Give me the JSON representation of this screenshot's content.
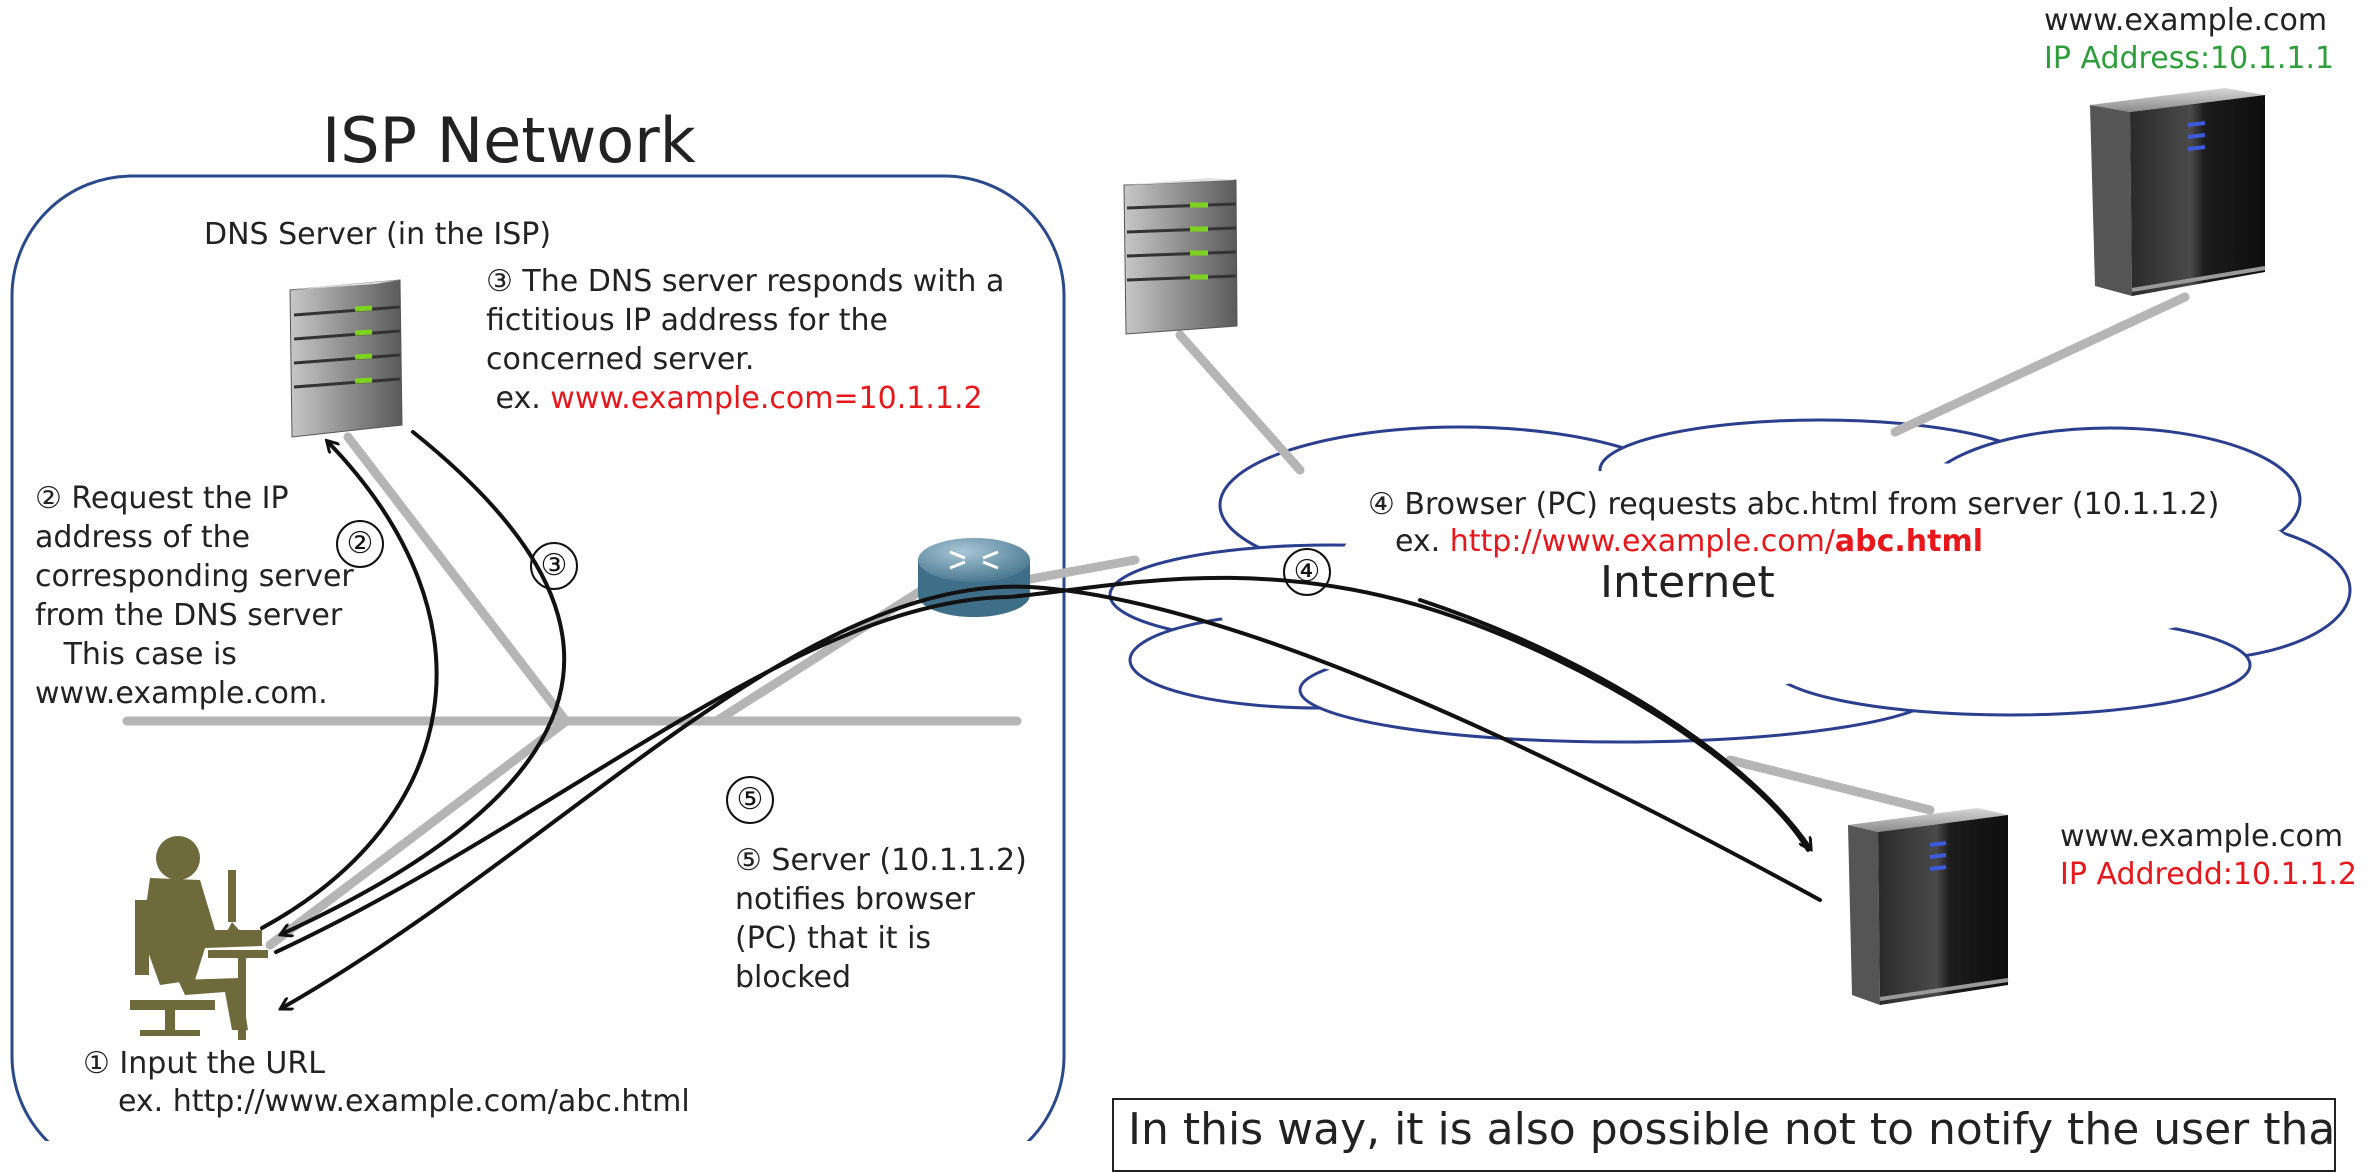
{
  "isp": {
    "title": "ISP Network",
    "dns_label": "DNS Server (in the ISP)"
  },
  "internet": {
    "label": "Internet"
  },
  "steps": {
    "s1": {
      "badge": "①",
      "line1": "① Input the URL",
      "line2": "ex. http://www.example.com/abc.html"
    },
    "s2": {
      "badge": "②",
      "lines": [
        "② Request the IP",
        "address of the",
        "corresponding server",
        "from the DNS server",
        "   This case is",
        "www.example.com."
      ]
    },
    "s3": {
      "badge": "③",
      "lines": [
        "③ The DNS server responds with a",
        "fictitious IP address for the",
        "concerned server."
      ],
      "ex_prefix": " ex. ",
      "ex_value": "www.example.com=10.1.1.2"
    },
    "s4": {
      "badge": "④",
      "line1": "④ Browser (PC) requests abc.html from server (10.1.1.2)",
      "ex_prefix": "ex. ",
      "ex_url": "http://www.example.com/",
      "ex_file": "abc.html"
    },
    "s5": {
      "badge": "⑤",
      "lines": [
        "⑤ Server (10.1.1.2)",
        "notifies browser",
        "(PC) that it is",
        "blocked"
      ]
    }
  },
  "servers": {
    "real": {
      "host": "www.example.com",
      "ip": "IP Address:10.1.1.1"
    },
    "fake": {
      "host": "www.example.com",
      "ip": "IP Addredd:10.1.1.2"
    }
  },
  "note": {
    "text": "In this way, it is also possible not to notify the user that"
  },
  "colors": {
    "red": "#e8171b",
    "green": "#2e9e3a",
    "isp_border": "#2b4a8b",
    "cloud_border": "#2b3f8f",
    "wire": "#b5b5b5",
    "arrow": "#111111"
  }
}
